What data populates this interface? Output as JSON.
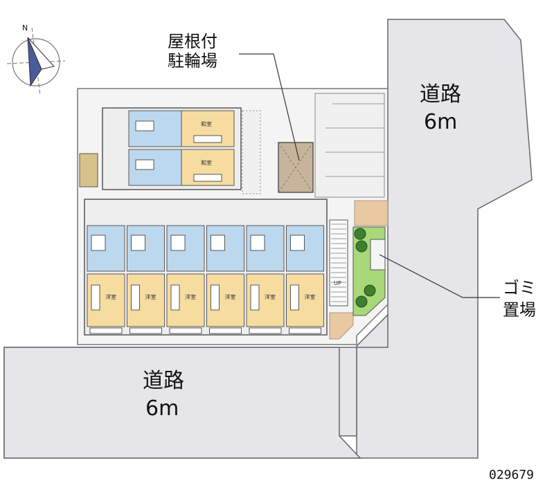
{
  "compass": {
    "north_label": "N"
  },
  "labels": {
    "road_right": {
      "line1": "道路",
      "line2": "6m"
    },
    "road_bottom": {
      "line1": "道路",
      "line2": "6m"
    },
    "bike_parking": {
      "line1": "屋根付",
      "line2": "駐輪場"
    },
    "garbage": {
      "line1": "ゴミ",
      "line2": "置場"
    },
    "property_code": "029679"
  },
  "rooms": {
    "western_room": "洋室",
    "japanese_room": "和室",
    "stairs_up": "UP"
  },
  "colors": {
    "road": "#e6e6ea",
    "lot": "#f4f4f4",
    "room_floor": "#f7dca0",
    "wet_area": "#bcd8ef",
    "building_bg": "#eeeeee",
    "bike_shelter": "#c8b49a",
    "green": "#a8d878",
    "tree": "#3f7f2f",
    "deck": "#e9c9a1"
  }
}
